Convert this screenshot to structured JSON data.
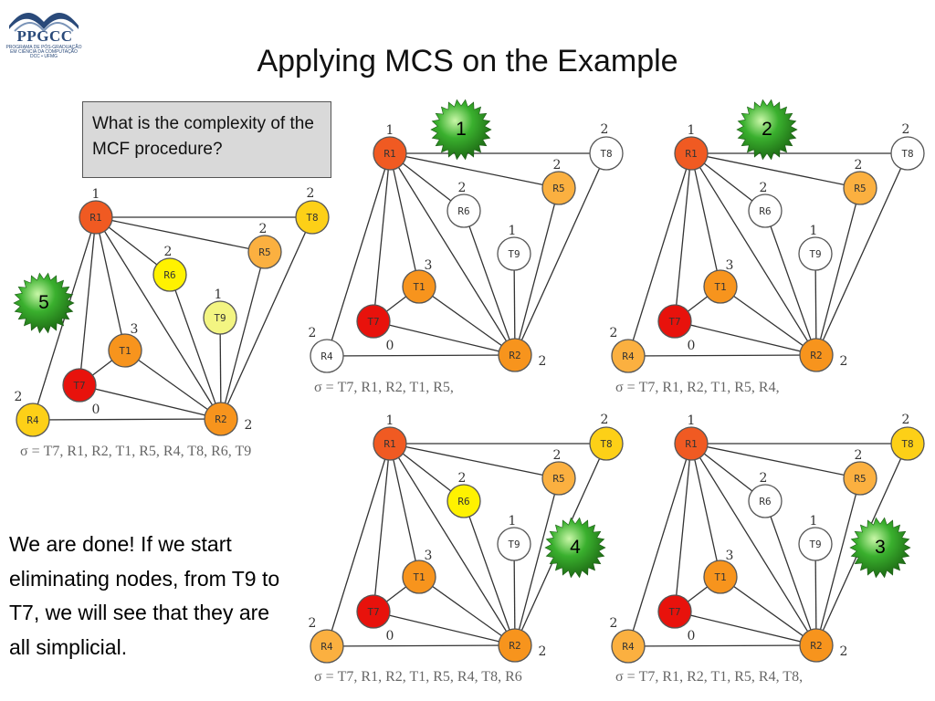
{
  "logo": {
    "text": "PPGCC",
    "subtitle_lines": [
      "PROGRAMA DE PÓS-GRADUAÇÃO",
      "EM CIÊNCIA DA COMPUTAÇÃO",
      "DCC • UFMG"
    ]
  },
  "title": "Applying MCS on the Example",
  "question": "What is the complexity of the MCF procedure?",
  "conclusion": "We are done! If we start eliminating nodes, from T9 to T7, we will see that they are all simplicial.",
  "colors": {
    "red": "#e8120c",
    "red_orange": "#f05a22",
    "orange": "#f7941d",
    "orange_light": "#fbb040",
    "yellow": "#fff200",
    "yellow_gold": "#fdd017",
    "light_yellow": "#f3f582",
    "white": "#ffffff",
    "badge": "#3ab02e"
  },
  "graph": {
    "nodes": [
      {
        "id": "R1",
        "label": "R1",
        "number": "1"
      },
      {
        "id": "T8",
        "label": "T8",
        "number": "2"
      },
      {
        "id": "R5",
        "label": "R5",
        "number": "2"
      },
      {
        "id": "R6",
        "label": "R6",
        "number": "2"
      },
      {
        "id": "T9",
        "label": "T9",
        "number": "1"
      },
      {
        "id": "T1",
        "label": "T1",
        "number": "3"
      },
      {
        "id": "T7",
        "label": "T7",
        "number": "0"
      },
      {
        "id": "R4",
        "label": "R4",
        "number": "2"
      },
      {
        "id": "R2",
        "label": "R2",
        "number": "2"
      }
    ],
    "edges": [
      [
        "R1",
        "T8"
      ],
      [
        "R1",
        "R5"
      ],
      [
        "R1",
        "R6"
      ],
      [
        "R1",
        "T1"
      ],
      [
        "R1",
        "T7"
      ],
      [
        "R1",
        "R4"
      ],
      [
        "R1",
        "R2"
      ],
      [
        "T8",
        "R2"
      ],
      [
        "R5",
        "R2"
      ],
      [
        "R6",
        "R2"
      ],
      [
        "T9",
        "R2"
      ],
      [
        "T1",
        "R2"
      ],
      [
        "T1",
        "T7"
      ],
      [
        "T7",
        "R2"
      ],
      [
        "R4",
        "R2"
      ]
    ]
  },
  "panels": [
    {
      "id": "main",
      "badge": "5",
      "sigma": "σ = T7, R1, R2, T1, R5, R4, T8, R6, T9",
      "node_colors": {
        "R1": "#f05a22",
        "T8": "#fdd017",
        "R5": "#fbb040",
        "R6": "#fff200",
        "T9": "#f3f582",
        "T1": "#f7941d",
        "T7": "#e8120c",
        "R4": "#fdd017",
        "R2": "#f7941d"
      }
    },
    {
      "id": "step1",
      "badge": "1",
      "sigma": "σ = T7, R1, R2, T1, R5,",
      "node_colors": {
        "R1": "#f05a22",
        "T8": "#ffffff",
        "R5": "#fbb040",
        "R6": "#ffffff",
        "T9": "#ffffff",
        "T1": "#f7941d",
        "T7": "#e8120c",
        "R4": "#ffffff",
        "R2": "#f7941d"
      }
    },
    {
      "id": "step2",
      "badge": "2",
      "sigma": "σ = T7, R1, R2, T1, R5, R4,",
      "node_colors": {
        "R1": "#f05a22",
        "T8": "#ffffff",
        "R5": "#fbb040",
        "R6": "#ffffff",
        "T9": "#ffffff",
        "T1": "#f7941d",
        "T7": "#e8120c",
        "R4": "#fbb040",
        "R2": "#f7941d"
      }
    },
    {
      "id": "step4",
      "badge": "4",
      "sigma": "σ = T7, R1, R2, T1, R5, R4, T8, R6",
      "node_colors": {
        "R1": "#f05a22",
        "T8": "#fdd017",
        "R5": "#fbb040",
        "R6": "#fff200",
        "T9": "#ffffff",
        "T1": "#f7941d",
        "T7": "#e8120c",
        "R4": "#fbb040",
        "R2": "#f7941d"
      }
    },
    {
      "id": "step3",
      "badge": "3",
      "sigma": "σ = T7, R1, R2, T1, R5, R4, T8,",
      "node_colors": {
        "R1": "#f05a22",
        "T8": "#fdd017",
        "R5": "#fbb040",
        "R6": "#ffffff",
        "T9": "#ffffff",
        "T1": "#f7941d",
        "T7": "#e8120c",
        "R4": "#fbb040",
        "R2": "#f7941d"
      }
    }
  ]
}
